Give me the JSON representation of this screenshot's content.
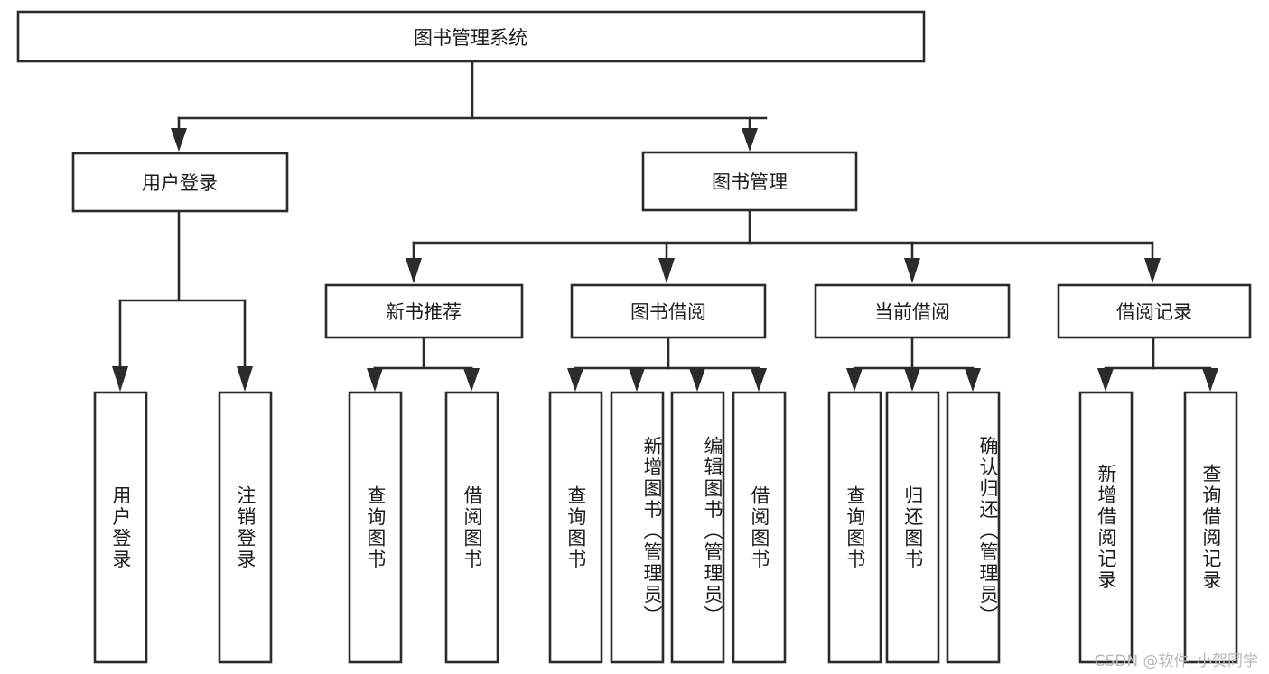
{
  "diagram": {
    "type": "tree-hierarchy",
    "title": "图书管理系统",
    "root": {
      "id": "root",
      "label": "图书管理系统"
    },
    "level2": [
      {
        "id": "user-login",
        "label": "用户登录"
      },
      {
        "id": "book-management",
        "label": "图书管理"
      }
    ],
    "level3": [
      {
        "id": "new-book-recommend",
        "label": "新书推荐",
        "parent": "book-management"
      },
      {
        "id": "book-borrow",
        "label": "图书借阅",
        "parent": "book-management"
      },
      {
        "id": "current-borrow",
        "label": "当前借阅",
        "parent": "book-management"
      },
      {
        "id": "borrow-record",
        "label": "借阅记录",
        "parent": "book-management"
      }
    ],
    "leaves": {
      "user_login": [
        {
          "id": "leaf-user-login",
          "label": "用户登录"
        },
        {
          "id": "leaf-logout-login",
          "label": "注销登录"
        }
      ],
      "new_book_recommend": [
        {
          "id": "leaf-query-book-1",
          "label": "查询图书"
        },
        {
          "id": "leaf-borrow-book-1",
          "label": "借阅图书"
        }
      ],
      "book_borrow": [
        {
          "id": "leaf-query-book-2",
          "label": "查询图书"
        },
        {
          "id": "leaf-add-book",
          "label": "新增图书（管理员）"
        },
        {
          "id": "leaf-edit-book",
          "label": "编辑图书（管理员）"
        },
        {
          "id": "leaf-borrow-book-2",
          "label": "借阅图书"
        }
      ],
      "current_borrow": [
        {
          "id": "leaf-query-book-3",
          "label": "查询图书"
        },
        {
          "id": "leaf-return-book",
          "label": "归还图书"
        },
        {
          "id": "leaf-confirm-return",
          "label": "确认归还（管理员）"
        }
      ],
      "borrow_record": [
        {
          "id": "leaf-add-record",
          "label": "新增借阅记录"
        },
        {
          "id": "leaf-query-record",
          "label": "查询借阅记录"
        }
      ]
    },
    "watermark": "CSDN @软件_小贺同学",
    "colors": {
      "stroke": "#2b2b2b",
      "fill": "#ffffff",
      "text": "#1c1c1c",
      "watermark": "#b9b9b9",
      "background": "#ffffff"
    }
  }
}
